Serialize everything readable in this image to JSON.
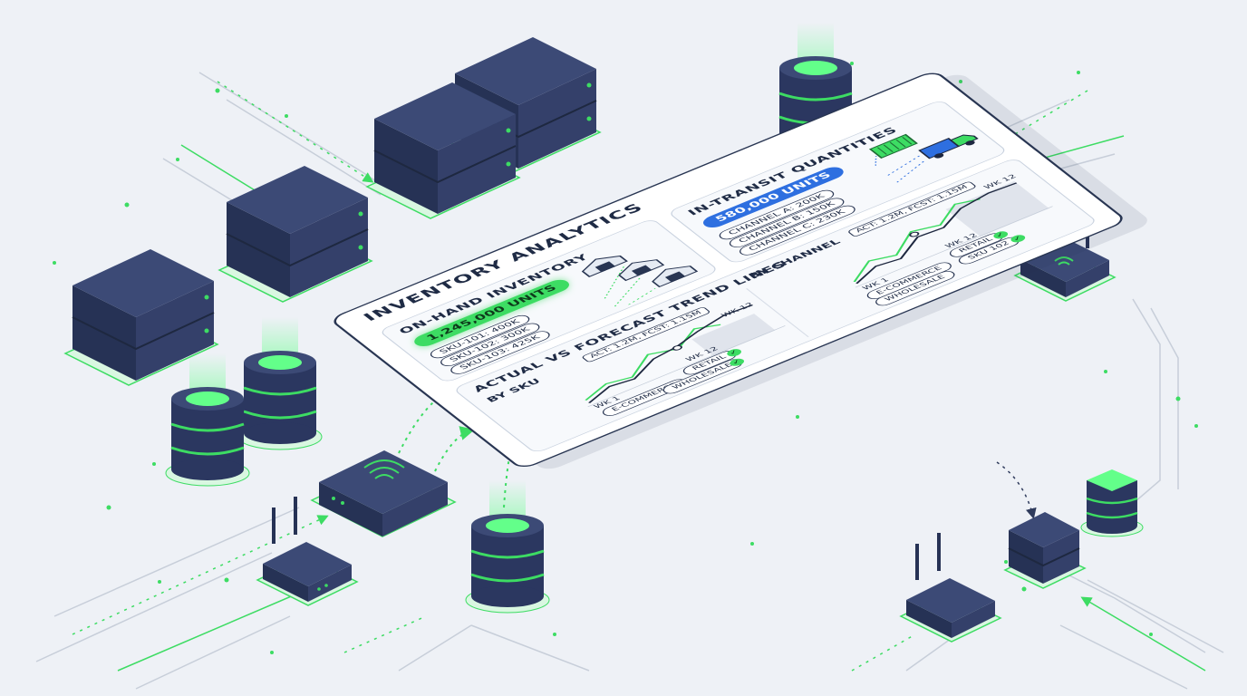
{
  "dashboard": {
    "title": "INVENTORY ANALYTICS",
    "on_hand": {
      "title": "ON-HAND INVENTORY",
      "total": "1,245,000 UNITS",
      "items": [
        "SKU-101: 400K",
        "SKU-102: 300K",
        "SKU-103: 425K"
      ]
    },
    "in_transit": {
      "title": "IN-TRANSIT QUANTITIES",
      "total": "580,000 UNITS",
      "items": [
        "CHANNEL A: 200K",
        "CHANNEL B: 150K",
        "CHANNEL C: 230K"
      ]
    },
    "trend": {
      "title": "ACTUAL VS FORECAST TREND LINES",
      "by_sku": {
        "label": "BY SKU",
        "callout": "ACT: 1.2M, FCST: 1.15M",
        "week_label": "WK 12",
        "week_label_left": "WK 1",
        "week_label_right": "WK 12",
        "legend": [
          "E-COMMERCE",
          "RETAIL",
          "WHOLESALE"
        ]
      },
      "by_channel": {
        "label": "BY CHANNEL",
        "callout": "ACT: 1.2M, FCST: 1.15M",
        "week_label": "WK 12",
        "week_label_left": "WK 1",
        "week_label_right": "WK 12",
        "legend": [
          "E-COMMERCE",
          "RETAIL",
          "WHOLESALE",
          "SKU 102"
        ]
      }
    }
  },
  "colors": {
    "accent": "#3ddc63",
    "blue": "#2e6fe0",
    "device": "#2f3b5c",
    "device_dark": "#1e2840",
    "background": "#eef1f6"
  },
  "icons": [
    "server-icon",
    "database-icon",
    "router-icon",
    "wifi-icon",
    "warehouse-icon",
    "container-icon",
    "truck-icon"
  ]
}
